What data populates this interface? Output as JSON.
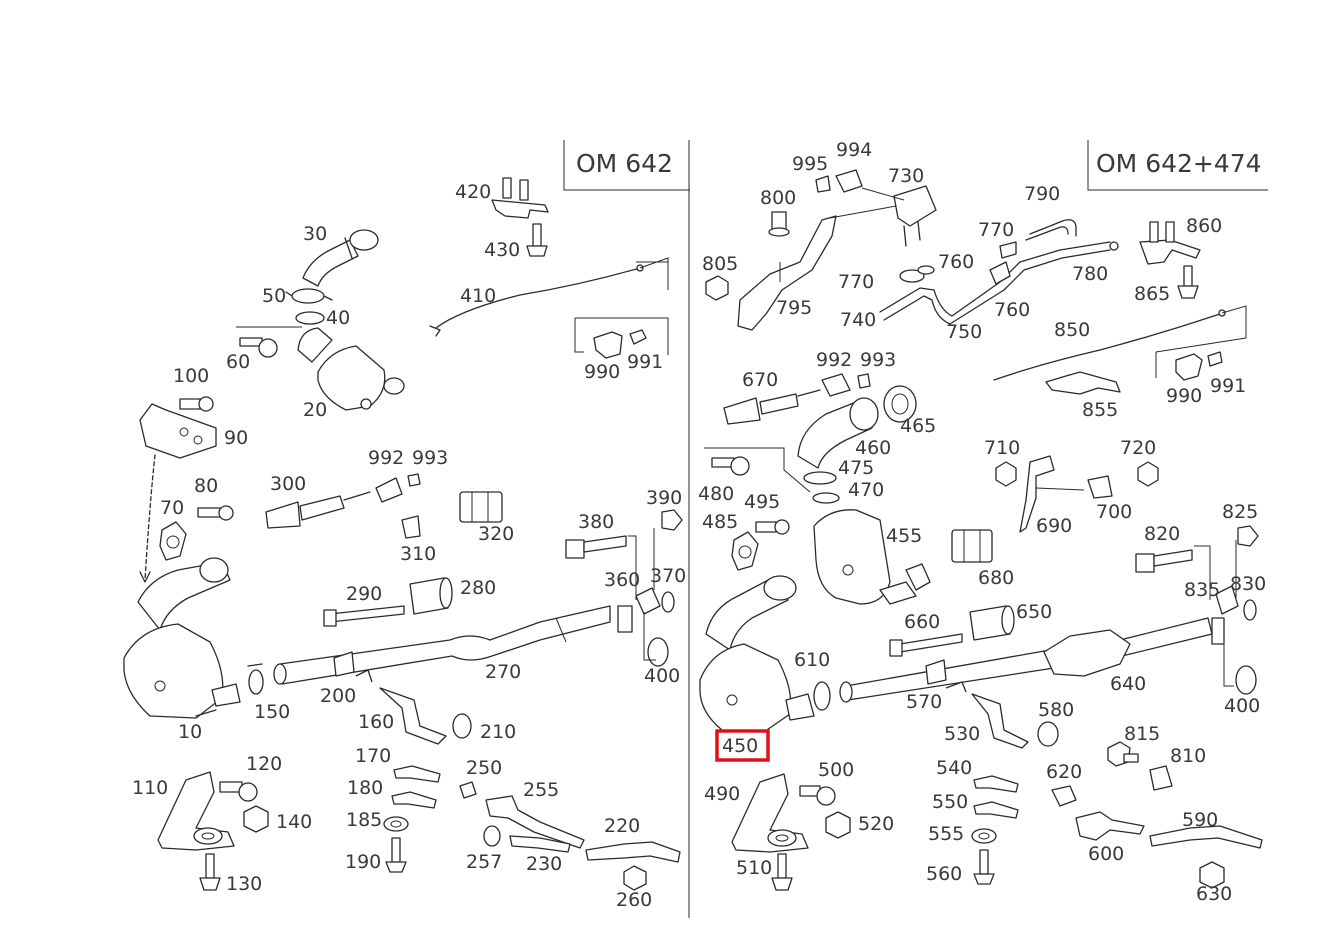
{
  "headers": {
    "left": "OM 642",
    "right": "OM 642+474"
  },
  "highlight_color": "#e0101a",
  "highlighted_label": "450",
  "labels": {
    "l420": "420",
    "l430": "430",
    "l410": "410",
    "l30": "30",
    "l50": "50",
    "l40": "40",
    "l60": "60",
    "l20": "20",
    "l100": "100",
    "l90": "90",
    "l990a": "990",
    "l991a": "991",
    "l80": "80",
    "l70": "70",
    "l300": "300",
    "l992a": "992",
    "l993a": "993",
    "l310": "310",
    "l320": "320",
    "l390": "390",
    "l380": "380",
    "l360": "360",
    "l370": "370",
    "l290": "290",
    "l280": "280",
    "l270": "270",
    "l400a": "400",
    "l200": "200",
    "l150": "150",
    "l10": "10",
    "l160": "160",
    "l210": "210",
    "l170": "170",
    "l180": "180",
    "l185": "185",
    "l190": "190",
    "l250": "250",
    "l255": "255",
    "l257": "257",
    "l230": "230",
    "l220": "220",
    "l260": "260",
    "l110": "110",
    "l120": "120",
    "l140": "140",
    "l130": "130",
    "l995": "995",
    "l994": "994",
    "l730": "730",
    "l800": "800",
    "l790": "790",
    "l805": "805",
    "l770a": "770",
    "l770b": "770",
    "l760a": "760",
    "l760b": "760",
    "l780": "780",
    "l795": "795",
    "l740": "740",
    "l750": "750",
    "l860": "860",
    "l865": "865",
    "l850": "850",
    "l855": "855",
    "l990b": "990",
    "l991b": "991",
    "l992b": "992",
    "l993b": "993",
    "l670": "670",
    "l465": "465",
    "l460": "460",
    "l475": "475",
    "l470": "470",
    "l480": "480",
    "l495": "495",
    "l485": "485",
    "l455": "455",
    "l710": "710",
    "l720": "720",
    "l690": "690",
    "l700": "700",
    "l680": "680",
    "l825": "825",
    "l820": "820",
    "l835": "835",
    "l830": "830",
    "l660": "660",
    "l650": "650",
    "l610": "610",
    "l640": "640",
    "l400b": "400",
    "l570": "570",
    "l580": "580",
    "l530": "530",
    "l450": "450",
    "l500": "500",
    "l490": "490",
    "l520": "520",
    "l510": "510",
    "l540": "540",
    "l550": "550",
    "l555": "555",
    "l560": "560",
    "l815": "815",
    "l810": "810",
    "l620": "620",
    "l600": "600",
    "l590": "590",
    "l630": "630"
  }
}
